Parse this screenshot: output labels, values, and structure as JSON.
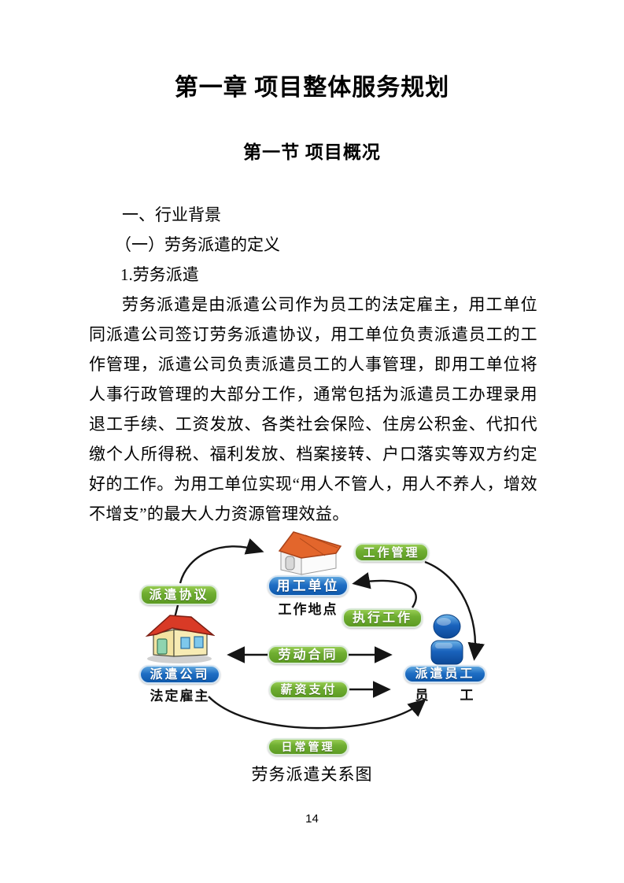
{
  "document": {
    "title": "第一章 项目整体服务规划",
    "subtitle": "第一节 项目概况",
    "heading_1": "一、行业背景",
    "heading_2": "（一）劳务派遣的定义",
    "heading_3": "1.劳务派遣",
    "paragraph": "劳务派遣是由派遣公司作为员工的法定雇主，用工单位同派遣公司签订劳务派遣协议，用工单位负责派遣员工的工作管理，派遣公司负责派遣员工的人事管理，即用工单位将人事行政管理的大部分工作，通常包括为派遣员工办理录用退工手续、工资发放、各类社会保险、住房公积金、代扣代缴个人所得税、福利发放、档案接转、户口落实等双方约定好的工作。为用工单位实现“用人不管人，用人不养人，增效不增支”的最大人力资源管理效益。",
    "page_number": "14"
  },
  "diagram": {
    "caption": "劳务派遣关系图",
    "labels": {
      "dispatch_agreement": "派遣协议",
      "employer_unit": "用工单位",
      "work_place": "工作地点",
      "work_management": "工作管理",
      "execute_work": "执行工作",
      "labor_contract": "劳动合同",
      "salary_payment": "薪资支付",
      "dispatch_company": "派遣公司",
      "legal_employer": "法定雇主",
      "dispatched_employee": "派遣员工",
      "employee": "员　　工",
      "daily_management": "日常管理"
    },
    "colors": {
      "green": "#67a52c",
      "blue": "#1668c0",
      "arrow": "#151515"
    }
  }
}
